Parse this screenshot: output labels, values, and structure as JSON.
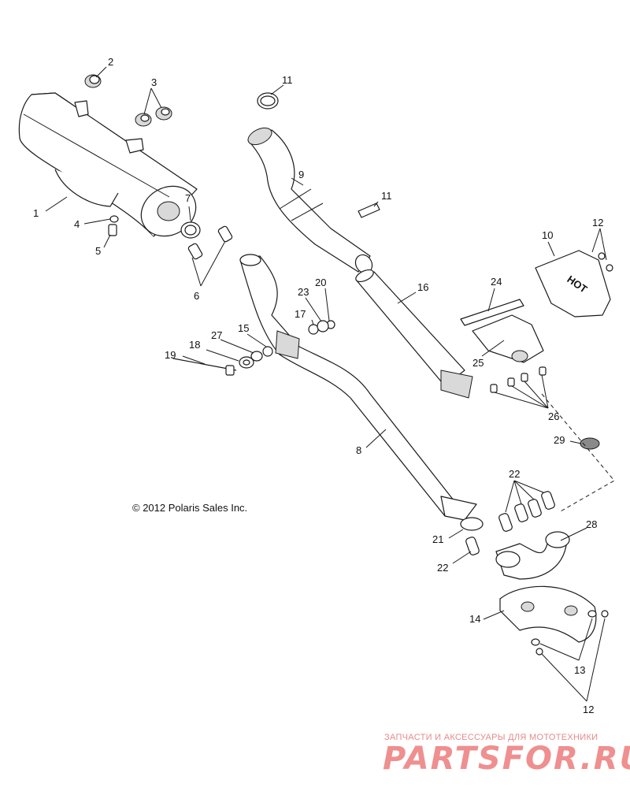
{
  "callouts": {
    "c1": "1",
    "c2": "2",
    "c3": "3",
    "c4": "4",
    "c5": "5",
    "c6": "6",
    "c7": "7",
    "c8": "8",
    "c9": "9",
    "c10": "10",
    "c11a": "11",
    "c11b": "11",
    "c12a": "12",
    "c12b": "12",
    "c13": "13",
    "c14": "14",
    "c15": "15",
    "c16": "16",
    "c17": "17",
    "c18": "18",
    "c19": "19",
    "c20": "20",
    "c21": "21",
    "c22a": "22",
    "c22b": "22",
    "c23": "23",
    "c24": "24",
    "c25": "25",
    "c26": "26",
    "c27": "27",
    "c28": "28",
    "c29": "29"
  },
  "heat_shield_text": "HOT",
  "copyright": "© 2012 Polaris Sales Inc.",
  "watermark": {
    "caption": "ЗАПЧАСТИ И АКСЕССУАРЫ ДЛЯ МОТОТЕХНИКИ",
    "logo": "PARTSFOR.RU"
  }
}
